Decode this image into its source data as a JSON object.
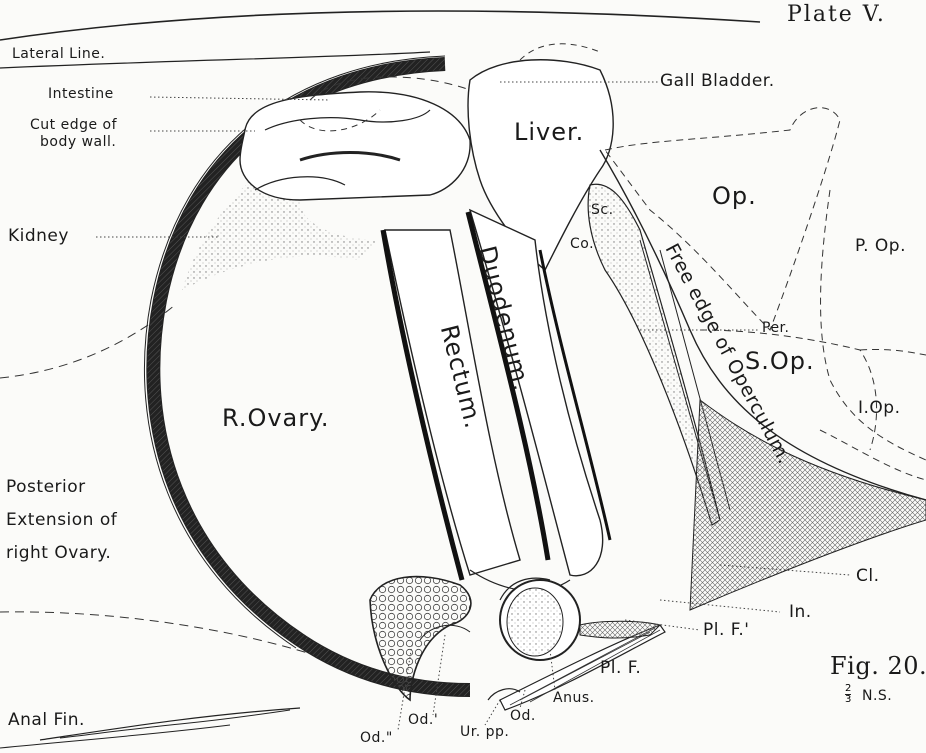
{
  "plate_title": "Plate V.",
  "figure": {
    "label": "Fig. 20.",
    "scale_num": "2",
    "scale_den": "3",
    "scale_suffix": "N.S."
  },
  "labels": {
    "lateral_line": "Lateral Line.",
    "intestine": "Intestine",
    "cut_edge_1": "Cut edge of",
    "cut_edge_2": "body wall.",
    "kidney": "Kidney",
    "posterior_1": "Posterior",
    "posterior_2": "Extension of",
    "posterior_3": "right Ovary.",
    "anal_fin": "Anal Fin.",
    "gall_bladder": "Gall Bladder.",
    "liver": "Liver.",
    "op": "Op.",
    "p_op": "P. Op.",
    "sc": "Sc.",
    "co": "Co.",
    "duodenum": "Duodenum.",
    "rectum": "Rectum.",
    "r_ovary": "R.Ovary.",
    "free_edge": "Free edge of Operculum.",
    "per": "Per.",
    "s_op": "S.Op.",
    "i_op": "I.Op.",
    "cl": "Cl.",
    "in": "In.",
    "pl_f_prime": "Pl. F.'",
    "pl_f": "Pl. F.",
    "anus": "Anus.",
    "od": "Od.",
    "ur_pp": "Ur. pp.",
    "od_prime": "Od.'",
    "od_dprime": "Od.\""
  }
}
